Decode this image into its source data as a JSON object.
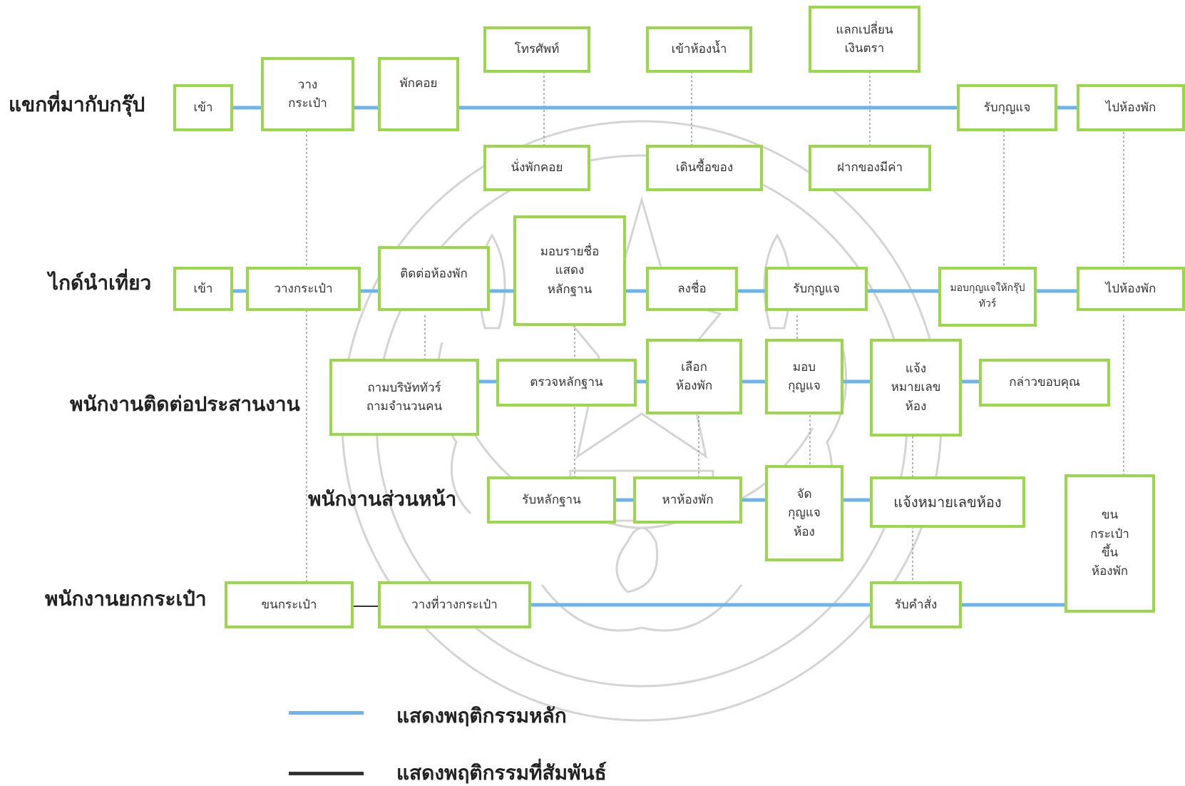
{
  "colors": {
    "main_line": "#6fb3e8",
    "related_line": "#333333",
    "box_border": "#9bd74a",
    "dotted_line": "#9a9a9a",
    "watermark": "#cfcfcf"
  },
  "lanes": {
    "guest": "แขกที่มากับกรุ๊ป",
    "guide": "ไกด์นำเที่ยว",
    "coordinator": "พนักงานติดต่อประสานงาน",
    "front": "พนักงานส่วนหน้า",
    "bell": "พนักงานยกกระเป๋า"
  },
  "boxes": {
    "guest_enter": "เข้า",
    "guest_put_bag": "วาง\nกระเป๋า",
    "guest_rest": "พักคอย",
    "guest_phone": "โทรศัพท์",
    "guest_sit_rest": "นั่งพักคอย",
    "guest_toilet": "เข้าห้องน้ำ",
    "guest_shopping": "เดินซื้อของ",
    "guest_exchange": "แลกเปลี่ยน\nเงินตรา",
    "guest_deposit": "ฝากของมีค่า",
    "guest_get_key": "รับกุญแจ",
    "guest_go_room": "ไปห้องพัก",
    "guide_enter": "เข้า",
    "guide_put_bag": "วางกระเป๋า",
    "guide_contact_room": "ติดต่อห้องพัก",
    "guide_give_list": "มอบรายชื่อ\nแสดง\nหลักฐาน",
    "guide_sign": "ลงชื่อ",
    "guide_get_key": "รับกุญแจ",
    "guide_give_key_group": "มอบกุญแจให้กรุ๊ป\nทัวร์",
    "guide_go_room": "ไปห้องพัก",
    "coord_ask": "ถามบริษัททัวร์\nถามจำนวนคน",
    "coord_check": "ตรวจหลักฐาน",
    "coord_choose_room": "เลือก\nห้องพัก",
    "coord_give_key": "มอบ\nกุญแจ",
    "coord_inform_room": "แจ้ง\nหมายเลข\nห้อง",
    "coord_thanks": "กล่าวขอบคุณ",
    "front_receive_doc": "รับหลักฐาน",
    "front_find_room": "หาห้องพัก",
    "front_arrange_key": "จัด\nกุญแจ\nห้อง",
    "front_inform_room": "แจ้งหมายเลขห้อง",
    "bell_carry_to_room": "ขน\nกระเป๋า\nขึ้น\nห้องพัก",
    "bell_carry_bag": "ขนกระเป๋า",
    "bell_place_bag": "วางที่วางกระเป๋า",
    "bell_receive_order": "รับคำสั่ง"
  },
  "legend": {
    "main": "แสดงพฤติกรรมหลัก",
    "related": "แสดงพฤติกรรมที่สัมพันธ์"
  }
}
